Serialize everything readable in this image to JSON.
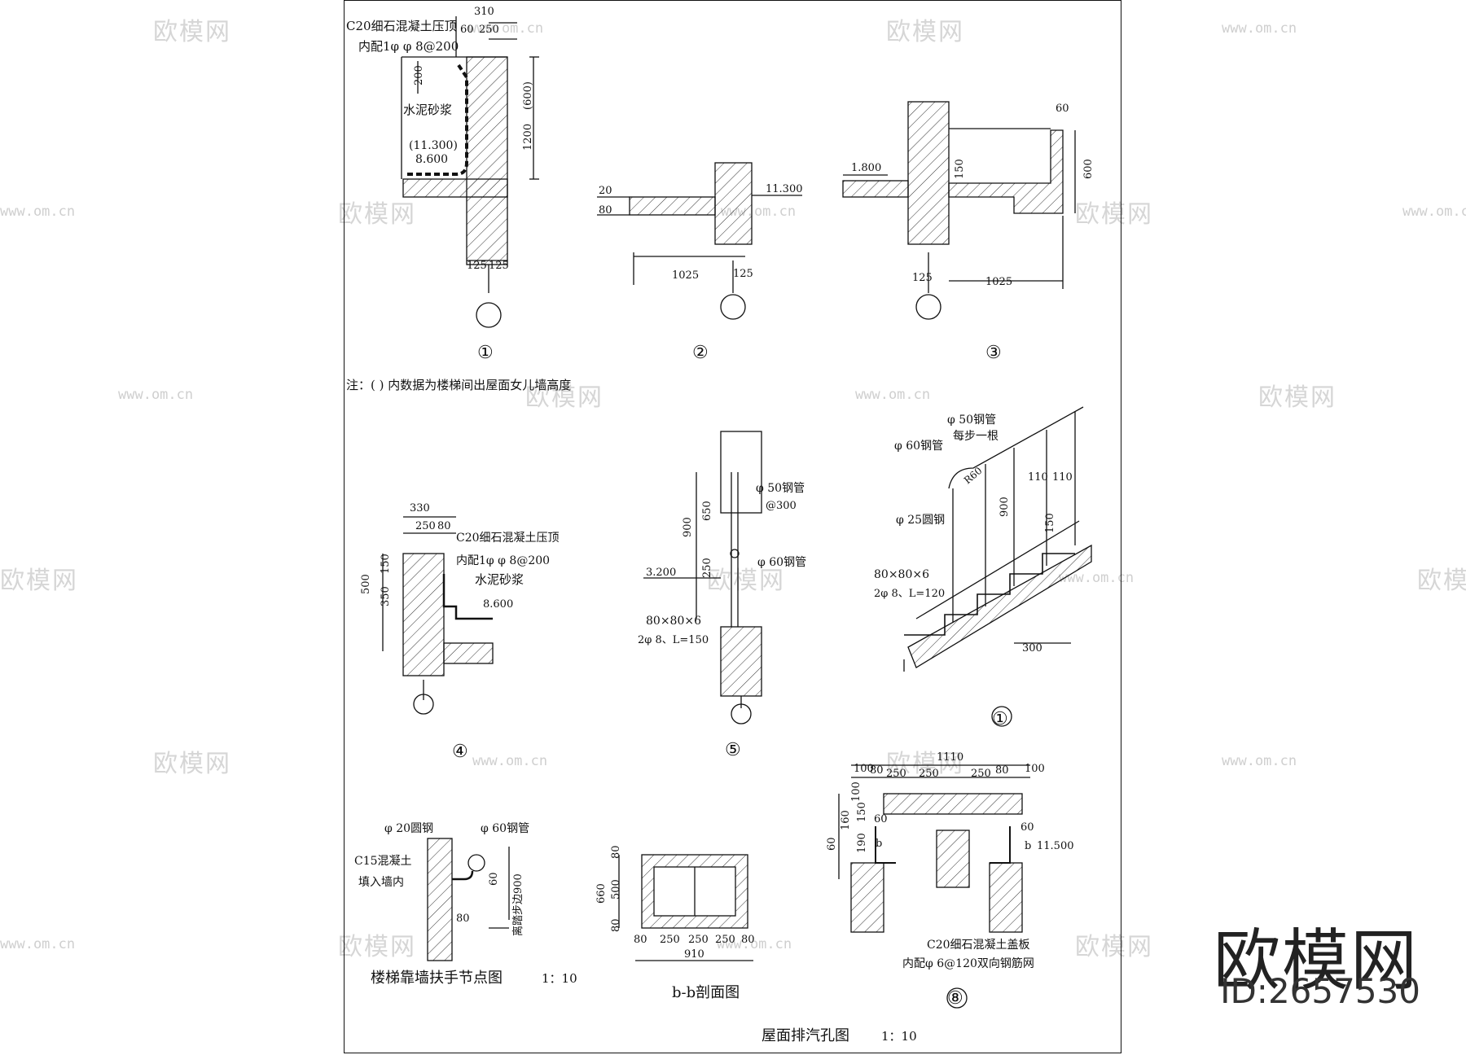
{
  "watermark": {
    "brand": "欧模网",
    "url": "www.om.cn"
  },
  "brand_label": {
    "name": "欧模网",
    "id": "ID:2657530"
  },
  "details": {
    "d1": {
      "label": "①",
      "spec1": "C20细石混凝土压顶",
      "spec2": "内配1φ   φ    8@200",
      "mortar": "水泥砂浆",
      "elev1": "(11.300)",
      "elev2": "8.600",
      "dims": [
        "310",
        "60",
        "250",
        "200",
        "1200",
        "(600)",
        "125",
        "125"
      ]
    },
    "d2": {
      "label": "②",
      "elev": "11.300",
      "dims": [
        "20",
        "80",
        "1025",
        "125"
      ]
    },
    "d3": {
      "label": "③",
      "elev": "1.800",
      "dims": [
        "60",
        "600",
        "150",
        "125",
        "1025"
      ]
    },
    "note": "注：(    ) 内数据为楼梯间出屋面女儿墙高度",
    "d4": {
      "label": "④",
      "spec1": "C20细石混凝土压顶",
      "spec2": "内配1φ   φ    8@200",
      "mortar": "水泥砂浆",
      "elev": "8.600",
      "dims": [
        "330",
        "250",
        "80",
        "150",
        "500",
        "350"
      ]
    },
    "d5": {
      "label": "⑤",
      "pipe1": "φ   50钢管",
      "spacing": "@300",
      "pipe2": "φ   60钢管",
      "elev": "3.200",
      "angle": "80×80×6",
      "bolt": "2φ    8、L=150",
      "dims": [
        "650",
        "900",
        "250"
      ]
    },
    "d6": {
      "label": "①",
      "pipe1": "φ   50钢管",
      "each_step": "每步一根",
      "pipe2": "φ   60钢管",
      "rod": "φ 25圆钢",
      "radius": "R60",
      "angle": "80×80×6",
      "bolt": "2φ    8、L=120",
      "dims": [
        "110",
        "110",
        "900",
        "150",
        "300"
      ]
    },
    "d7": {
      "title": "楼梯靠墙扶手节点图",
      "scale": "1：10",
      "rod": "φ   20圆钢",
      "pipe": "φ   60钢管",
      "concrete1": "C15混凝土",
      "concrete2": "填入墙内",
      "vertical": "离踏步边900",
      "dims": [
        "60",
        "80"
      ]
    },
    "d8": {
      "title": "b-b剖面图",
      "dims": [
        "80",
        "500",
        "80",
        "660",
        "80",
        "250",
        "250",
        "250",
        "80",
        "910"
      ]
    },
    "d9": {
      "label": "⑧",
      "cap1": "C20细石混凝土盖板",
      "cap2": "内配φ    6@120双向钢筋网",
      "marker": "b",
      "elev": "11.500",
      "dims_top": [
        "1110",
        "100",
        "80",
        "250",
        "250",
        "250",
        "80",
        "100"
      ],
      "dims_side": [
        "100",
        "160",
        "150",
        "60",
        "190",
        "60",
        "60"
      ]
    },
    "sheet_title": "屋面排汽孔图",
    "sheet_scale": "1：10"
  }
}
